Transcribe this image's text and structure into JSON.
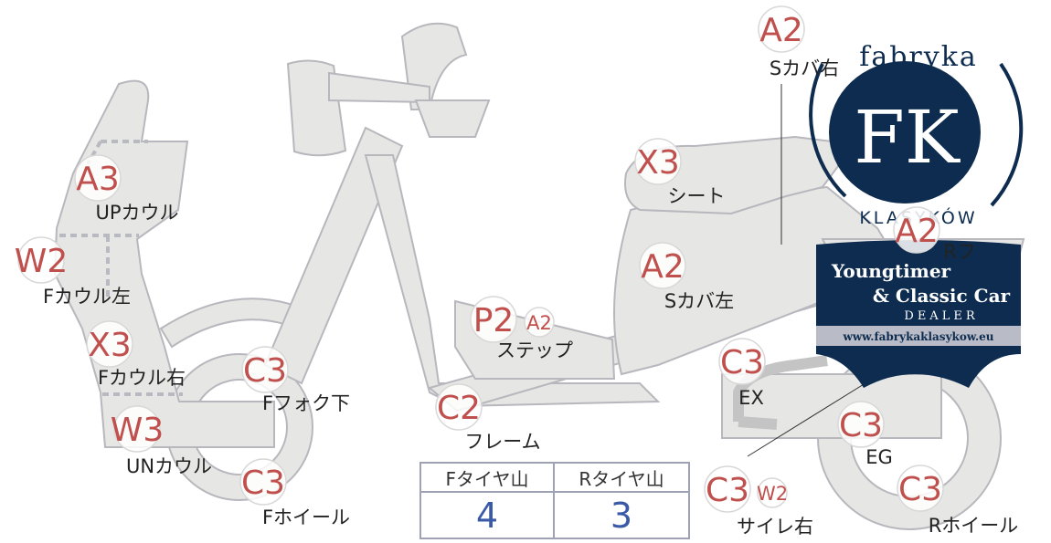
{
  "badges": [
    {
      "id": "sub-cover-right-main",
      "code": "A2",
      "label": "Sカバ右"
    },
    {
      "id": "seat",
      "code": "X3",
      "label": "シート"
    },
    {
      "id": "upper-cowl",
      "code": "A3",
      "label": "UPカウル"
    },
    {
      "id": "front-cowl-left",
      "code": "W2",
      "label": "Fカウル左"
    },
    {
      "id": "front-cowl-right",
      "code": "X3",
      "label": "Fカウル右"
    },
    {
      "id": "front-fork-lower",
      "code": "C3",
      "label": "Fフォク下"
    },
    {
      "id": "under-cowl",
      "code": "W3",
      "label": "UNカウル"
    },
    {
      "id": "front-wheel",
      "code": "C3",
      "label": "Fホイール"
    },
    {
      "id": "step",
      "code": "P2",
      "code2": "A2",
      "label": "ステップ"
    },
    {
      "id": "frame",
      "code": "C2",
      "label": "フレーム"
    },
    {
      "id": "sub-cover-left",
      "code": "A2",
      "label": "Sカバ左"
    },
    {
      "id": "rear-fender",
      "code": "A2",
      "label": "Rフ"
    },
    {
      "id": "exhaust",
      "code": "C3",
      "label": "EX"
    },
    {
      "id": "engine",
      "code": "C3",
      "label": "EG"
    },
    {
      "id": "silencer-right",
      "code": "C3",
      "code2": "W2",
      "label": "サイレ右"
    },
    {
      "id": "rear-wheel",
      "code": "C3",
      "label": "Rホイール"
    }
  ],
  "tire_table": {
    "front_header": "Fタイヤ山",
    "rear_header": "Rタイヤ山",
    "front_value": "4",
    "rear_value": "3"
  },
  "logo": {
    "brand": "fabryka",
    "letters": "FK",
    "arc_text": "KLASYKÓW",
    "banner_line1": "Youngtimer",
    "banner_line2": "& Classic Car",
    "banner_line3": "DEALER",
    "url": "www.fabrykaklasykow.eu"
  },
  "colors": {
    "badge_code": "#c0504d",
    "table_value": "#3a5aa8",
    "logo_navy": "#0d2c4f",
    "bike_fill": "#e6e6e4"
  }
}
